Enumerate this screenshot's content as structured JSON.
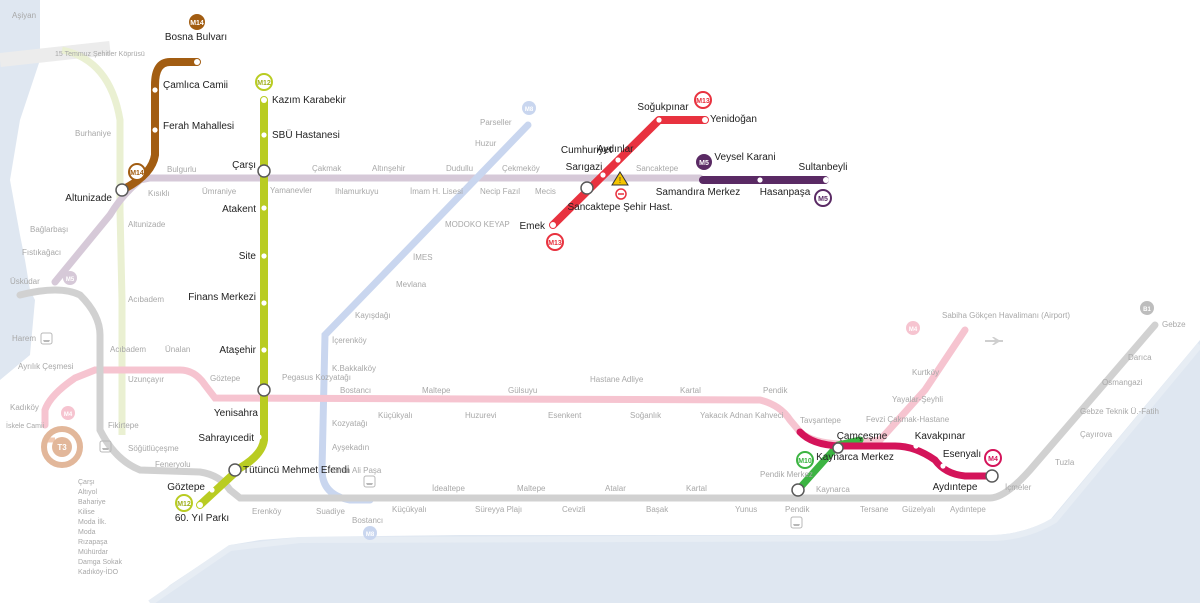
{
  "colors": {
    "sea": "#dfe7f1",
    "land": "#ffffff",
    "coast": "#e7edf4",
    "M2": "#e9ecd5",
    "M3": "#d9e4c9",
    "M4": "#f6c4d0",
    "M5": "#d6c9d8",
    "M8": "#c9d6ef",
    "M12": "#b9cc22",
    "M13": "#e8323f",
    "M14": "#a25d12",
    "M5new": "#5a2a64",
    "M4new": "#d4145a",
    "M10": "#3cb442",
    "Marmaray": "#d1d1d1",
    "bridge": "#ececec",
    "fadedText": "#a8a8a8",
    "activeText": "#222222"
  },
  "lines": [
    {
      "id": "M14",
      "label": "M14",
      "color": "#a25d12"
    },
    {
      "id": "M12",
      "label": "M12",
      "color": "#b9cc22"
    },
    {
      "id": "M13",
      "label": "M13",
      "color": "#e8323f"
    },
    {
      "id": "M5",
      "label": "M5",
      "color": "#5a2a64"
    },
    {
      "id": "M10",
      "label": "M10",
      "color": "#3cb442"
    },
    {
      "id": "M4",
      "label": "M4",
      "color": "#d4145a"
    },
    {
      "id": "M8",
      "label": "M8",
      "color": "#c9d6ef"
    },
    {
      "id": "M4old",
      "label": "M4",
      "color": "#f6c4d0"
    },
    {
      "id": "M5old",
      "label": "M5",
      "color": "#d6c9d8"
    },
    {
      "id": "T3",
      "label": "T3",
      "color": "#e2b79a"
    },
    {
      "id": "B1",
      "label": "B1",
      "color": "#bdbdbd"
    }
  ],
  "stations": {
    "m14": [
      "Bosna Bulvarı",
      "Çamlıca Camii",
      "Ferah Mahallesi",
      "Altunizade"
    ],
    "m12": [
      "Kazım Karabekir",
      "SBÜ Hastanesi",
      "Çarşı",
      "Atakent",
      "Site",
      "Finans Merkezi",
      "Ataşehir",
      "Yenisahra",
      "Sahrayıcedit",
      "Tütüncü Mehmet Efendi",
      "Göztepe",
      "60. Yıl Parkı"
    ],
    "m13": [
      "Soğukpınar",
      "Yenidoğan",
      "Cumhuriyet",
      "Aydınlar",
      "Sarıgazi",
      "Sancaktepe Şehir Hast.",
      "Emek"
    ],
    "m5": [
      "Veysel Karani",
      "Sultanbeyli",
      "Samandıra Merkez",
      "Hasanpaşa"
    ],
    "m10": [
      "Çamçeşme",
      "Kaynarca Merkez"
    ],
    "m4": [
      "Kavakpınar",
      "Esenyalı",
      "Aydıntepe"
    ],
    "faded": [
      "Aşiyan",
      "15 Temmuz Şehitler Köprüsü",
      "Burhaniye",
      "Altunizade",
      "Acıbadem",
      "Bulgurlu",
      "Kısıklı",
      "Ümraniye",
      "Yamanevler",
      "Çakmak",
      "Ihlamurkuyu",
      "Altınşehir",
      "İmam H. Lisesi",
      "Dudullu",
      "Necip Fazıl",
      "Çekmeköy",
      "Mecis",
      "Sancaktepe",
      "Parseller",
      "Huzur",
      "MODOKO KEYAP",
      "İMES",
      "Mevlana",
      "Kayışdağı",
      "İçerenköy",
      "K.Bakkalköy",
      "Bağlarbaşı",
      "Fıstıkağacı",
      "Üsküdar",
      "Harem",
      "Ayrılık Çeşmesi",
      "Acıbadem",
      "Ünalan",
      "Uzunçayır",
      "Fikirtepe",
      "Söğütlüçeşme",
      "Feneryolu",
      "Göztepe",
      "Pegasus Kozyatağı",
      "Bostancı",
      "Maltepe",
      "Gülsuyu",
      "Hastane Adliye",
      "Kartal",
      "Pendik",
      "Küçükyalı",
      "Huzurevi",
      "Esenkent",
      "Soğanlık",
      "Yakacık Adnan Kahveci",
      "Kozyatağı",
      "Ayşekadın",
      "Emin Ali Paşa",
      "Tavşantepe",
      "Fevzi Çakmak-Hastane",
      "Yayalar-Şeyhli",
      "Kurtköy",
      "Sabiha Gökçen Havalimanı (Airport)",
      "Kadıköy",
      "İskele Camii",
      "Çarşı",
      "Altıyol",
      "Bahariye",
      "Kilise",
      "Moda İlk.",
      "Moda",
      "Rızapaşa",
      "Mühürdar",
      "Damga Sokak",
      "Kadıköy-İDO",
      "Erenköy",
      "Suadiye",
      "Bostancı",
      "Küçükyalı",
      "İdealtepe",
      "Süreyya Plajı",
      "Maltepe",
      "Cevizli",
      "Atalar",
      "Başak",
      "Kartal",
      "Yunus",
      "Pendik Merkez",
      "Pendik",
      "Kaynarca",
      "Tersane",
      "Güzelyalı",
      "Aydıntepe",
      "İçmeler",
      "Tuzla",
      "Çayırova",
      "Gebze Teknik Ü.-Fatih",
      "Osmangazi",
      "Darıca",
      "Gebze"
    ]
  }
}
